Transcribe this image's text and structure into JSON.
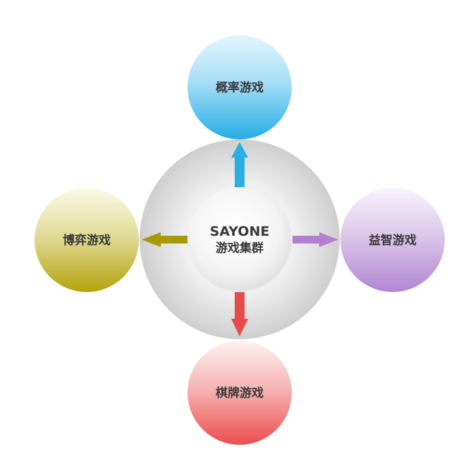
{
  "diagram": {
    "center": {
      "title": "SAYONE",
      "subtitle": "游戏集群"
    },
    "nodes": {
      "top": {
        "label": "概率游戏",
        "color": "#3bb4ea"
      },
      "right": {
        "label": "益智游戏",
        "color": "#b488d2"
      },
      "bottom": {
        "label": "棋牌游戏",
        "color": "#ef5454"
      },
      "left": {
        "label": "博弈游戏",
        "color": "#b3a40c"
      }
    },
    "arrows": {
      "top_color": "#2aaee4",
      "right_color": "#b47fd0",
      "bottom_color": "#e84b4b",
      "left_color": "#a89a06"
    }
  }
}
